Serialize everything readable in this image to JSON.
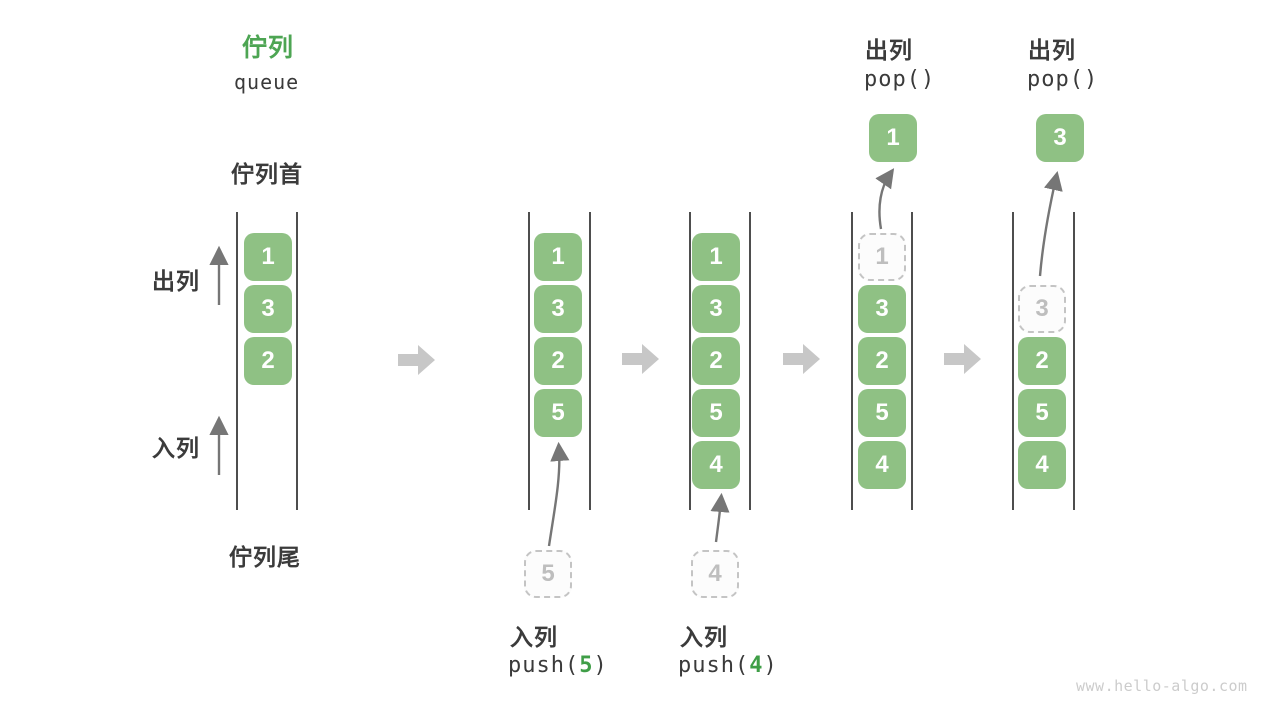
{
  "title": {
    "zh": "佇列",
    "en": "queue"
  },
  "side_labels": {
    "front": "佇列首",
    "rear": "佇列尾",
    "dequeue": "出列",
    "enqueue": "入列"
  },
  "states": [
    {
      "cells": [
        {
          "v": "1"
        },
        {
          "v": "3"
        },
        {
          "v": "2"
        }
      ]
    },
    {
      "cells": [
        {
          "v": "1"
        },
        {
          "v": "3"
        },
        {
          "v": "2"
        },
        {
          "v": "5"
        }
      ],
      "incoming": "5"
    },
    {
      "cells": [
        {
          "v": "1"
        },
        {
          "v": "3"
        },
        {
          "v": "2"
        },
        {
          "v": "5"
        },
        {
          "v": "4"
        }
      ],
      "incoming": "4"
    },
    {
      "ghost": "1",
      "cells": [
        {
          "v": "3"
        },
        {
          "v": "2"
        },
        {
          "v": "5"
        },
        {
          "v": "4"
        }
      ],
      "popped": "1"
    },
    {
      "ghost": "3",
      "cells": [
        {
          "v": "2"
        },
        {
          "v": "5"
        },
        {
          "v": "4"
        }
      ],
      "popped": "3"
    }
  ],
  "pop_ops": [
    {
      "name": "出列",
      "code": "pop()",
      "value": "1"
    },
    {
      "name": "出列",
      "code": "pop()",
      "value": "3"
    }
  ],
  "push_ops": [
    {
      "name": "入列",
      "code_pre": "push(",
      "arg": "5",
      "code_post": ")"
    },
    {
      "name": "入列",
      "code_pre": "push(",
      "arg": "4",
      "code_post": ")"
    }
  ],
  "watermark": "www.hello-algo.com",
  "colors": {
    "box_green": "#8FC184",
    "accent_green": "#4DA553",
    "code_arg_green": "#3F9E47",
    "text_dark": "#3b3b3b",
    "thin_arrow_gray": "#767676",
    "block_arrow_gray": "#C7C7C7",
    "ghost_border": "#C4C4C4",
    "ghost_text": "#BEBEBE",
    "queue_line": "#4E4E4E",
    "watermark_gray": "#CCCCCC"
  }
}
